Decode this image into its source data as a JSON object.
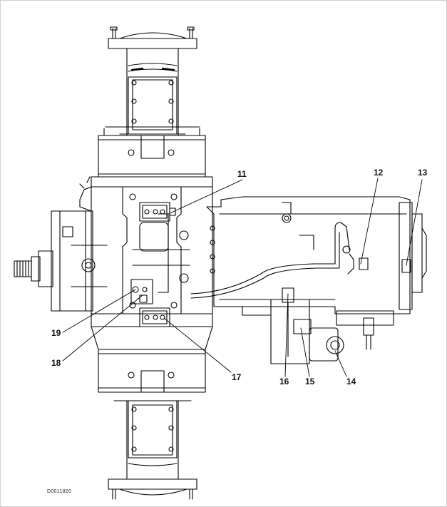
{
  "diagram": {
    "drawing_id": "D0011820",
    "line_color": "#000000",
    "background": "#ffffff",
    "callouts": [
      {
        "label": "11",
        "name": "callout-11"
      },
      {
        "label": "12",
        "name": "callout-12"
      },
      {
        "label": "13",
        "name": "callout-13"
      },
      {
        "label": "14",
        "name": "callout-14"
      },
      {
        "label": "15",
        "name": "callout-15"
      },
      {
        "label": "16",
        "name": "callout-16"
      },
      {
        "label": "17",
        "name": "callout-17"
      },
      {
        "label": "18",
        "name": "callout-18"
      },
      {
        "label": "19",
        "name": "callout-19"
      }
    ]
  }
}
